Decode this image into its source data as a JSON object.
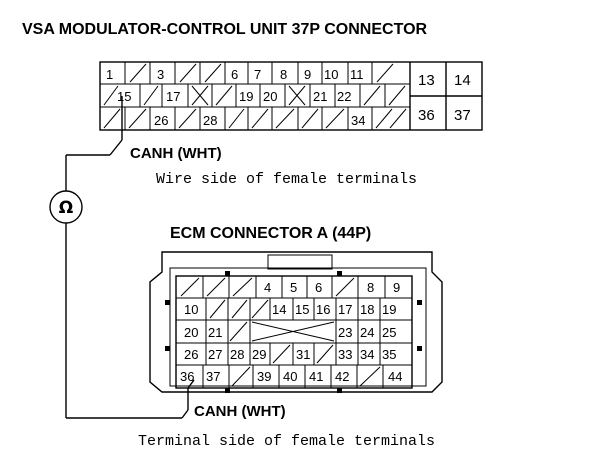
{
  "vsa": {
    "title": "VSA MODULATOR-CONTROL UNIT 37P CONNECTOR",
    "wire_label": "CANH (WHT)",
    "side_label": "Wire side of female terminals",
    "pins": {
      "p1": "1",
      "p3": "3",
      "p6": "6",
      "p7": "7",
      "p8": "8",
      "p9": "9",
      "p10": "10",
      "p11": "11",
      "p13": "13",
      "p14": "14",
      "p15": "15",
      "p17": "17",
      "p19": "19",
      "p20": "20",
      "p21": "21",
      "p22": "22",
      "p26": "26",
      "p28": "28",
      "p34": "34",
      "p36": "36",
      "p37": "37"
    }
  },
  "ohmmeter": {
    "symbol": "Ω"
  },
  "ecm": {
    "title": "ECM CONNECTOR A (44P)",
    "wire_label": "CANH (WHT)",
    "side_label": "Terminal side of female terminals",
    "pins": {
      "p4": "4",
      "p5": "5",
      "p6": "6",
      "p8": "8",
      "p9": "9",
      "p10": "10",
      "p14": "14",
      "p15": "15",
      "p16": "16",
      "p17": "17",
      "p18": "18",
      "p19": "19",
      "p20": "20",
      "p21": "21",
      "p23": "23",
      "p24": "24",
      "p25": "25",
      "p26": "26",
      "p27": "27",
      "p28": "28",
      "p29": "29",
      "p31": "31",
      "p33": "33",
      "p34": "34",
      "p35": "35",
      "p36": "36",
      "p37": "37",
      "p39": "39",
      "p40": "40",
      "p41": "41",
      "p42": "42",
      "p44": "44"
    }
  }
}
